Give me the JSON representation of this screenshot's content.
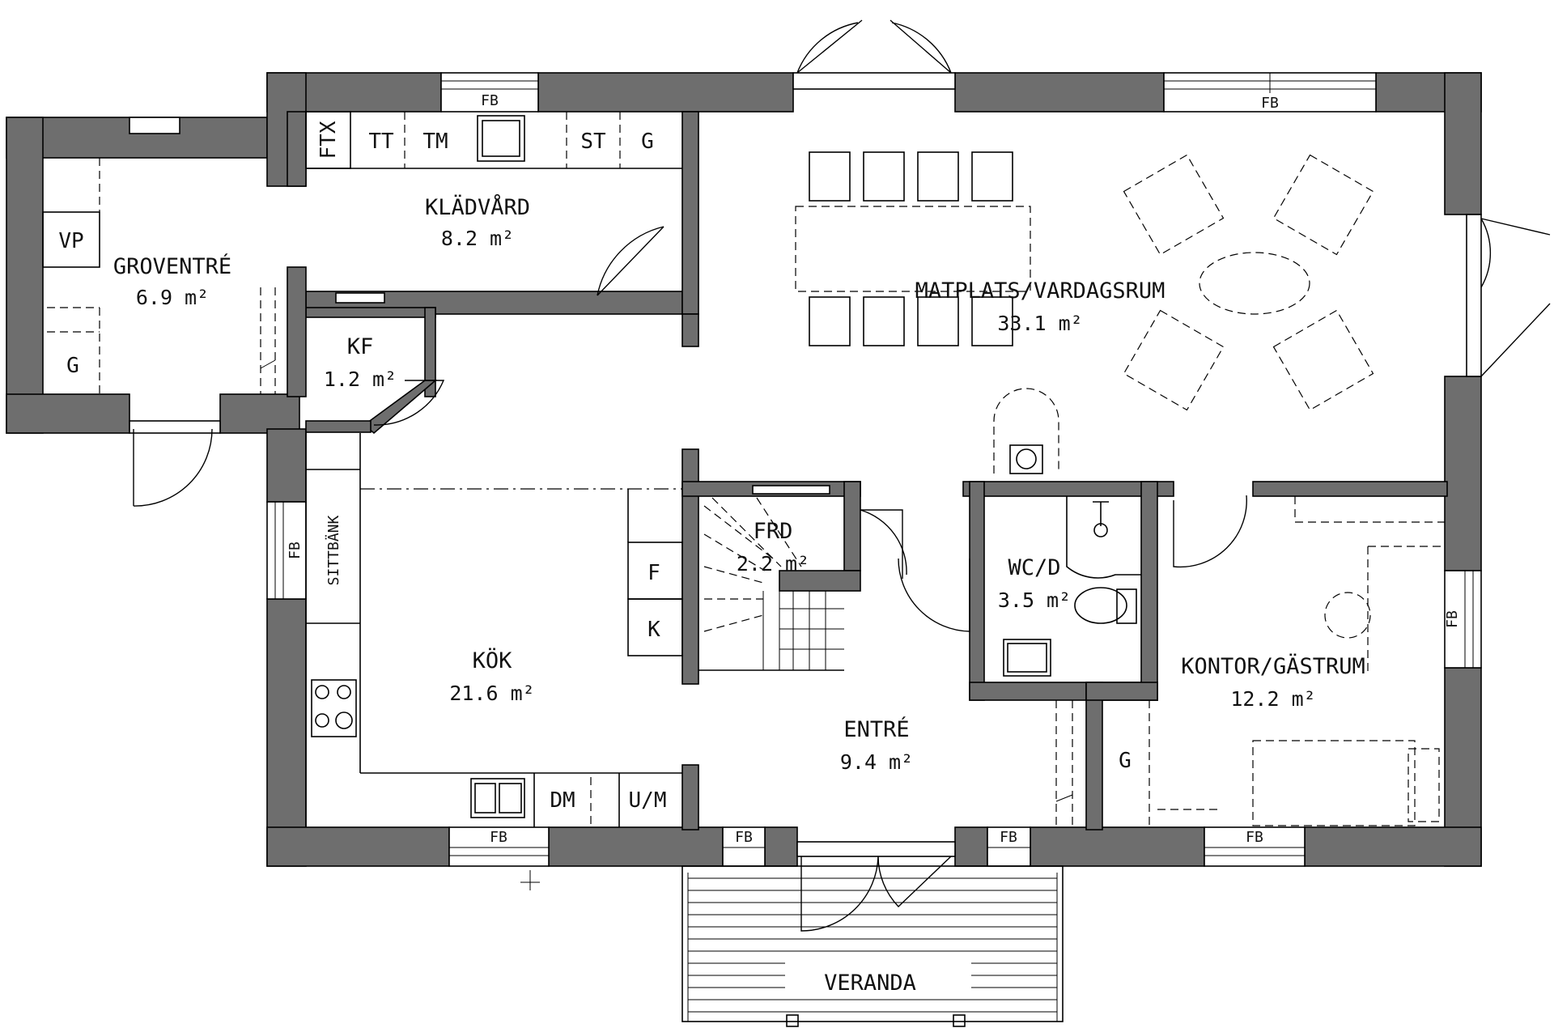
{
  "rooms": {
    "groventre": {
      "name": "GROVENTRÉ",
      "area": "6.9 m²"
    },
    "kladvard": {
      "name": "KLÄDVÅRD",
      "area": "8.2 m²"
    },
    "matplats": {
      "name": "MATPLATS/VARDAGSRUM",
      "area": "33.1 m²"
    },
    "kf": {
      "name": "KF",
      "area": "1.2 m²"
    },
    "kok": {
      "name": "KÖK",
      "area": "21.6 m²"
    },
    "frd": {
      "name": "FRD",
      "area": "2.2 m²"
    },
    "wcd": {
      "name": "WC/D",
      "area": "3.5 m²"
    },
    "kontor": {
      "name": "KONTOR/GÄSTRUM",
      "area": "12.2 m²"
    },
    "entre": {
      "name": "ENTRÉ",
      "area": "9.4 m²"
    },
    "veranda": {
      "name": "VERANDA"
    }
  },
  "fixtures": {
    "vp": "VP",
    "g_groventre": "G",
    "ftx": "FTX",
    "tt": "TT",
    "tm": "TM",
    "st": "ST",
    "g_kladvard": "G",
    "sittbank": "SITTBÄNK",
    "f": "F",
    "k": "K",
    "dm": "DM",
    "um": "U/M",
    "g_kontor": "G"
  },
  "windows": {
    "label": "FB"
  },
  "colors": {
    "wall": "#6e6e6e",
    "line": "#000000",
    "background": "#ffffff"
  }
}
